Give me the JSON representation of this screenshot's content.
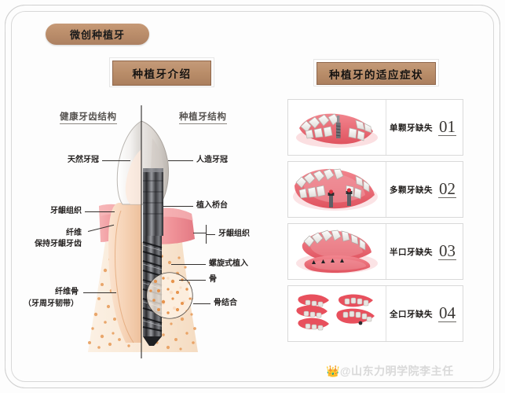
{
  "badge": {
    "label": "微创种植牙"
  },
  "sections": {
    "left_title": "种植牙介绍",
    "right_title": "种植牙的适应症状"
  },
  "diagram": {
    "column_headers": {
      "healthy": "健康牙齿结构",
      "implant": "种植牙结构"
    },
    "left_labels": [
      {
        "text": "天然牙冠"
      },
      {
        "text": "牙龈组织"
      },
      {
        "text": "纤维"
      },
      {
        "text": "保持牙龈牙齿"
      },
      {
        "text": "纤维骨"
      },
      {
        "text": "（牙周牙韧带）"
      }
    ],
    "right_labels": [
      {
        "text": "人造牙冠"
      },
      {
        "text": "植入桥台"
      },
      {
        "text": "牙龈组织"
      },
      {
        "text": "螺旋式植入"
      },
      {
        "text": "骨"
      },
      {
        "text": "骨结合"
      }
    ]
  },
  "cards": [
    {
      "title": "单颗牙缺失",
      "number": "01",
      "art": "single-tooth-implant"
    },
    {
      "title": "多颗牙缺失",
      "number": "02",
      "art": "multi-tooth-implant"
    },
    {
      "title": "半口牙缺失",
      "number": "03",
      "art": "half-arch-denture"
    },
    {
      "title": "全口牙缺失",
      "number": "04",
      "art": "full-arch-denture"
    }
  ],
  "watermark": {
    "text": "👑@山东力明学院李主任"
  },
  "colors": {
    "brand_brown": "#b98d69",
    "brand_brown_dark": "#8e664b",
    "frame_gray": "#cfcfcf",
    "gum_pink": "#e8788a",
    "bone_tan": "#e8b98c",
    "metal_dark": "#3a3a3c"
  }
}
